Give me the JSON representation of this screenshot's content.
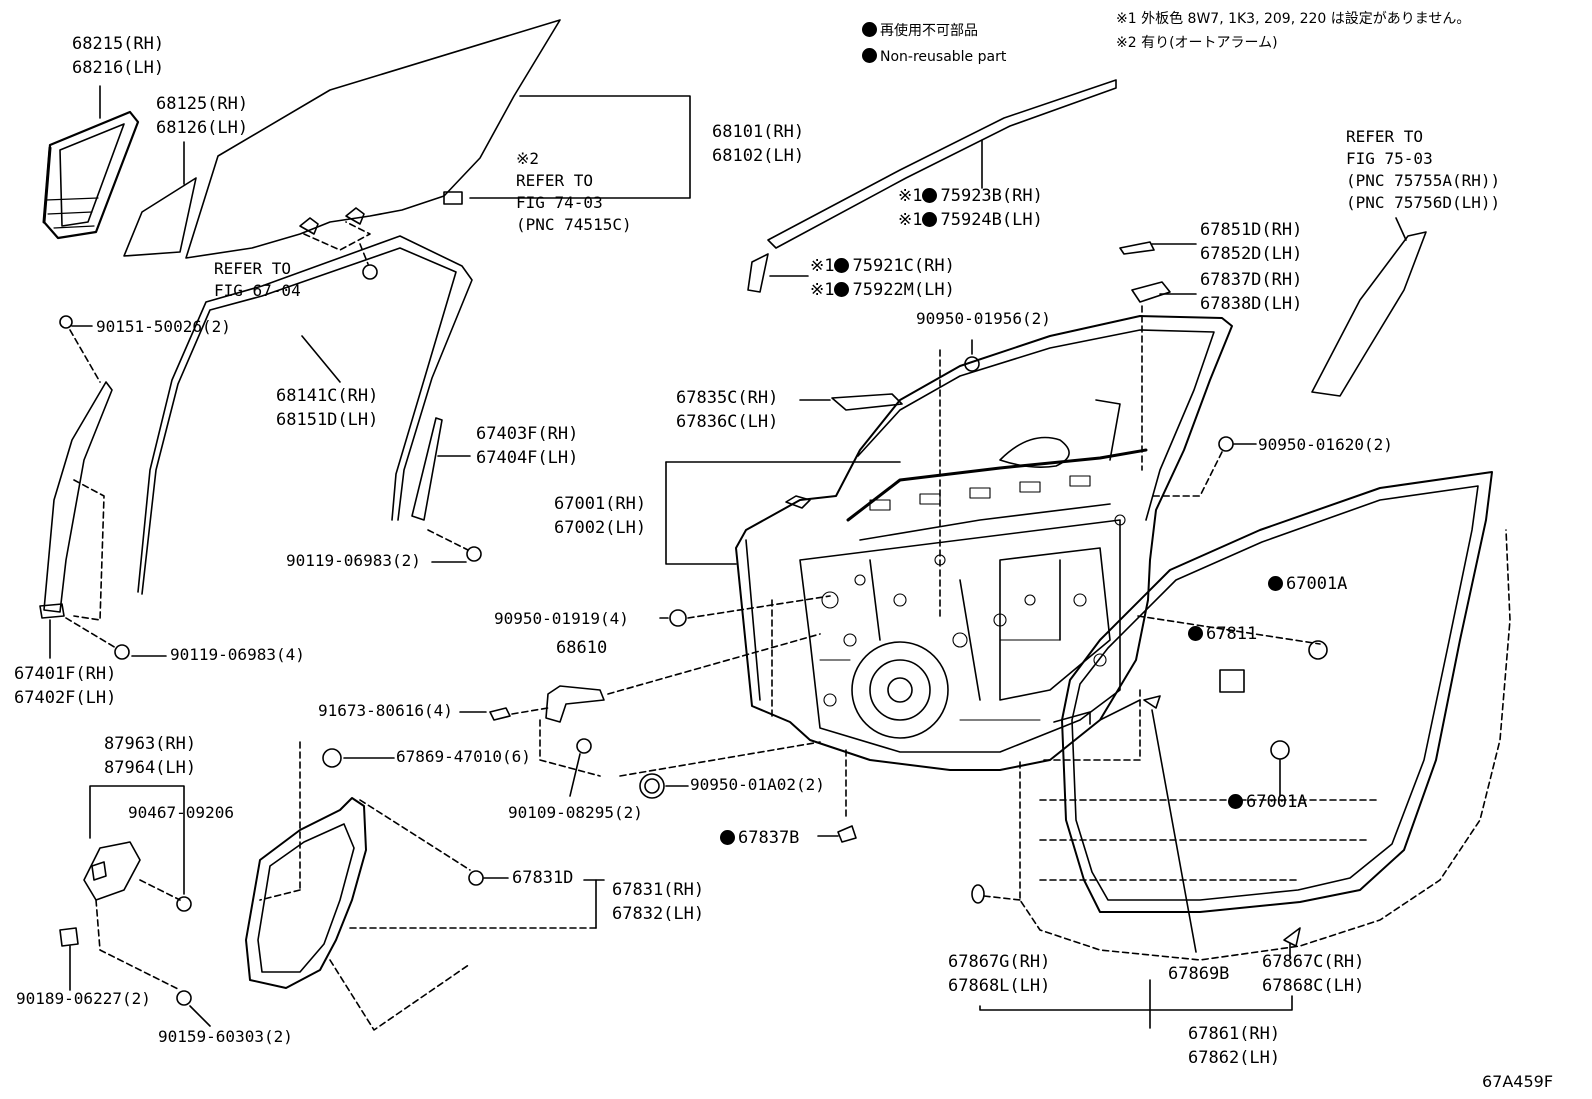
{
  "legend": {
    "dot_jp": "再使用不可部品",
    "dot_en": "Non-reusable part",
    "note1": "※1 外板色 8W7, 1K3, 209, 220 は設定がありません。",
    "note2": "※2 有り(オートアラーム)"
  },
  "illustration_code": "67A459F",
  "parts": {
    "p68215": [
      "68215(RH)",
      "68216(LH)"
    ],
    "p68125": [
      "68125(RH)",
      "68126(LH)"
    ],
    "p68101": [
      "68101(RH)",
      "68102(LH)"
    ],
    "ref7403": [
      "※2",
      "REFER TO",
      "FIG 74-03",
      "(PNC 74515C)"
    ],
    "ref6704": [
      "REFER TO",
      "FIG 67-04"
    ],
    "p90151": "90151-50026(2)",
    "p68141": [
      "68141C(RH)",
      "68151D(LH)"
    ],
    "p67403": [
      "67403F(RH)",
      "67404F(LH)"
    ],
    "p90119a": "90119-06983(2)",
    "p90119b": "90119-06983(4)",
    "p67401": [
      "67401F(RH)",
      "67402F(LH)"
    ],
    "p75923": [
      "※1",
      "75923B(RH)",
      "※1",
      "75924B(LH)"
    ],
    "p75921": [
      "※1",
      "75921C(RH)",
      "※1",
      "75922M(LH)"
    ],
    "p90950_01956": "90950-01956(2)",
    "p67851": [
      "67851D(RH)",
      "67852D(LH)"
    ],
    "p67837D": [
      "67837D(RH)",
      "67838D(LH)"
    ],
    "ref7503": [
      "REFER TO",
      "FIG 75-03",
      "(PNC 75755A(RH))",
      "(PNC 75756D(LH))"
    ],
    "p67835": [
      "67835C(RH)",
      "67836C(LH)"
    ],
    "p90950_01620": "90950-01620(2)",
    "p67001": [
      "67001(RH)",
      "67002(LH)"
    ],
    "p67001A_1": "67001A",
    "p67811": "67811",
    "p90950_01919": "90950-01919(4)",
    "p68610": "68610",
    "p91673": "91673-80616(4)",
    "p87963": [
      "87963(RH)",
      "87964(LH)"
    ],
    "p90467": "90467-09206",
    "p67869_47010": "67869-47010(6)",
    "p90950_01A02": "90950-01A02(2)",
    "p90109": "90109-08295(2)",
    "p67001A_2": "67001A",
    "p67837B": "67837B",
    "p67831D": "67831D",
    "p67831": [
      "67831(RH)",
      "67832(LH)"
    ],
    "p90189": "90189-06227(2)",
    "p90159": "90159-60303(2)",
    "p67867G": [
      "67867G(RH)",
      "67868L(LH)"
    ],
    "p67869B": "67869B",
    "p67867C": [
      "67867C(RH)",
      "67868C(LH)"
    ],
    "p67861": [
      "67861(RH)",
      "67862(LH)"
    ]
  }
}
